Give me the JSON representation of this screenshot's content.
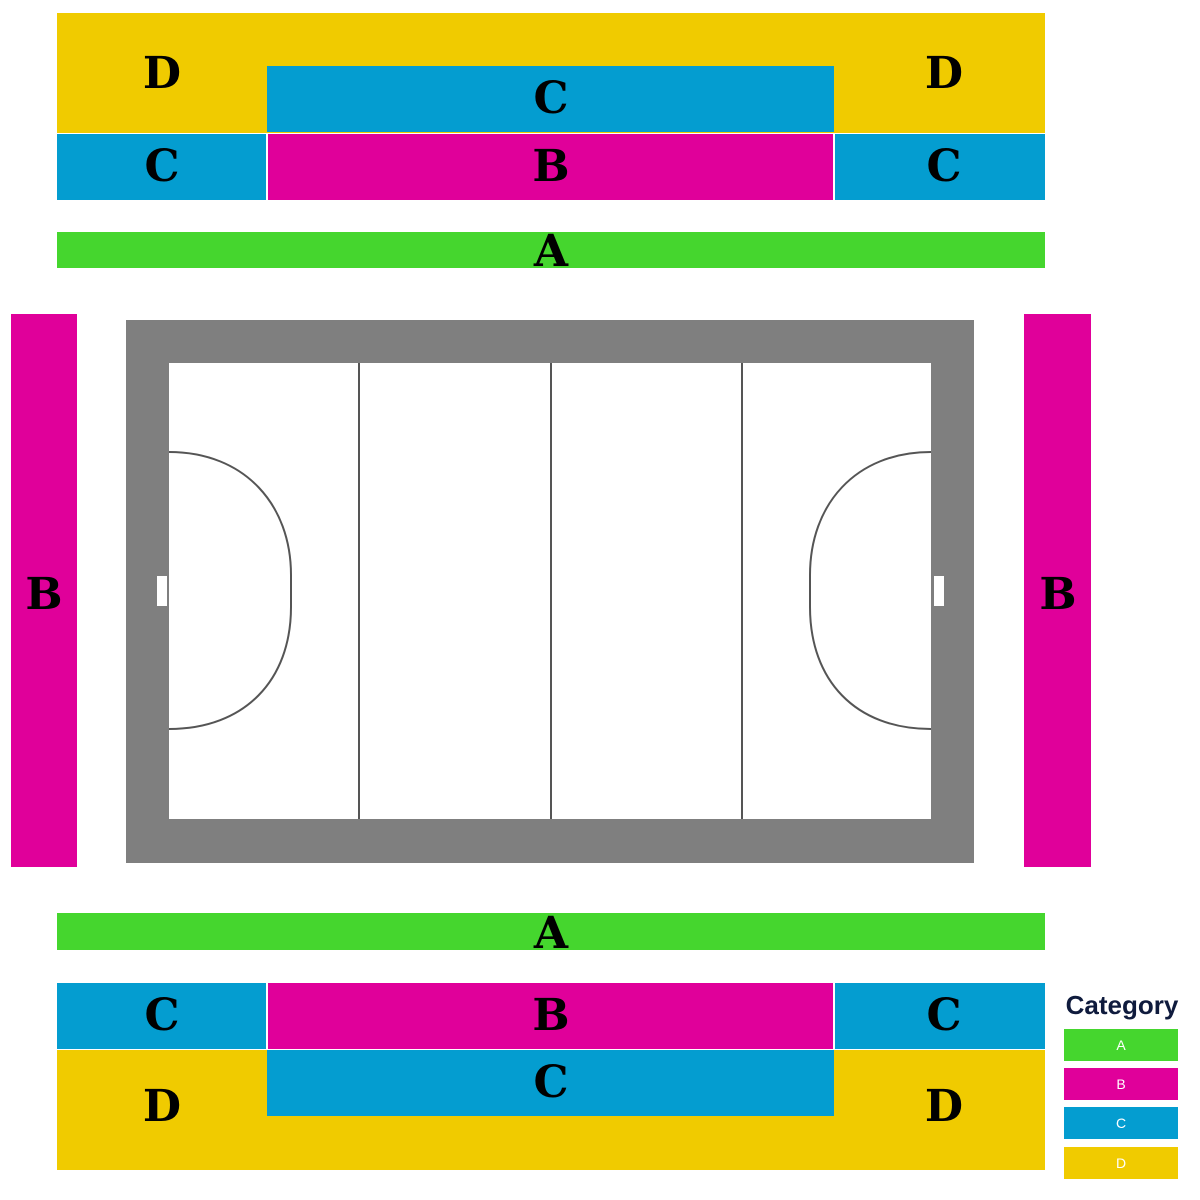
{
  "colors": {
    "A": "#45d62e",
    "B": "#e0009a",
    "C": "#049dd0",
    "D": "#f0cb00",
    "court_border": "#7f7f7f",
    "court_surface": "#ffffff",
    "court_lines": "#555555"
  },
  "sections": {
    "top_d_left": "D",
    "top_c_center": "C",
    "top_d_right": "D",
    "top_c_left": "C",
    "top_b_center": "B",
    "top_c_right": "C",
    "top_a": "A",
    "side_b_left": "B",
    "side_b_right": "B",
    "bottom_a": "A",
    "bottom_c_left": "C",
    "bottom_b_center": "B",
    "bottom_c_right": "C",
    "bottom_c_center": "C",
    "bottom_d_left": "D",
    "bottom_d_right": "D"
  },
  "legend": {
    "title": "Category",
    "items": [
      {
        "label": "A",
        "color": "#45d62e"
      },
      {
        "label": "B",
        "color": "#e0009a"
      },
      {
        "label": "C",
        "color": "#049dd0"
      },
      {
        "label": "D",
        "color": "#f0cb00"
      }
    ]
  }
}
